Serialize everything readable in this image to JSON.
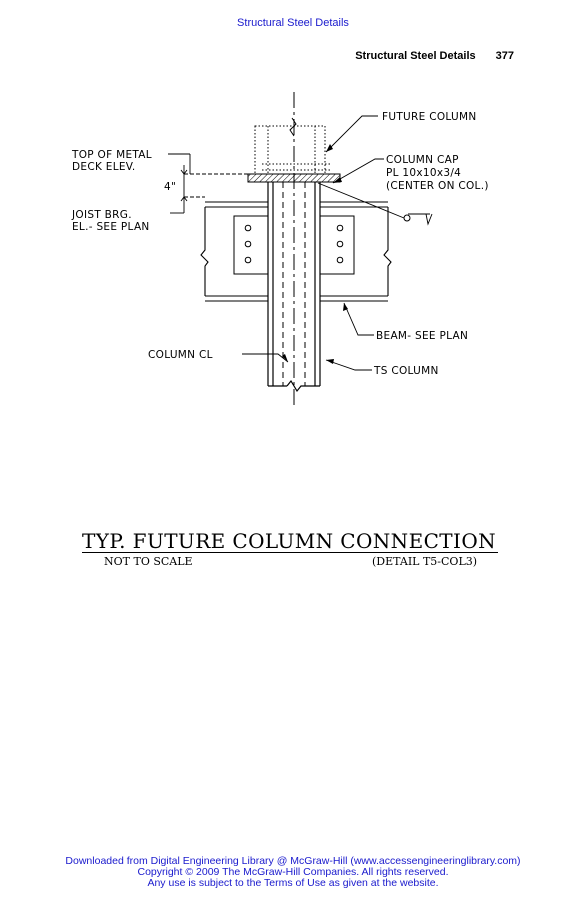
{
  "header": {
    "top_link": "Structural Steel Details",
    "running_title": "Structural Steel Details",
    "page_number": "377"
  },
  "drawing": {
    "labels": {
      "future_column": "FUTURE COLUMN",
      "column_cap_1": "COLUMN CAP",
      "column_cap_2": "PL 10x10x3/4",
      "column_cap_3": "(CENTER ON COL.)",
      "top_metal_1": "TOP OF METAL",
      "top_metal_2": "DECK ELEV.",
      "dimension": "4\"",
      "joist_1": "JOIST BRG.",
      "joist_2": "EL.- SEE PLAN",
      "beam": "BEAM- SEE PLAN",
      "column_cl": "COLUMN CL",
      "ts_column": "TS COLUMN"
    },
    "title": "TYP. FUTURE COLUMN CONNECTION",
    "scale_note": "NOT TO SCALE",
    "detail_ref": "(DETAIL T5-COL3)"
  },
  "footer": {
    "line1": "Downloaded from Digital Engineering Library @ McGraw-Hill (www.accessengineeringlibrary.com)",
    "line2": "Copyright © 2009 The McGraw-Hill Companies. All rights reserved.",
    "line3": "Any use is subject to the Terms of Use as given at the website."
  },
  "colors": {
    "link": "#1a1acd",
    "ink": "#000000"
  }
}
